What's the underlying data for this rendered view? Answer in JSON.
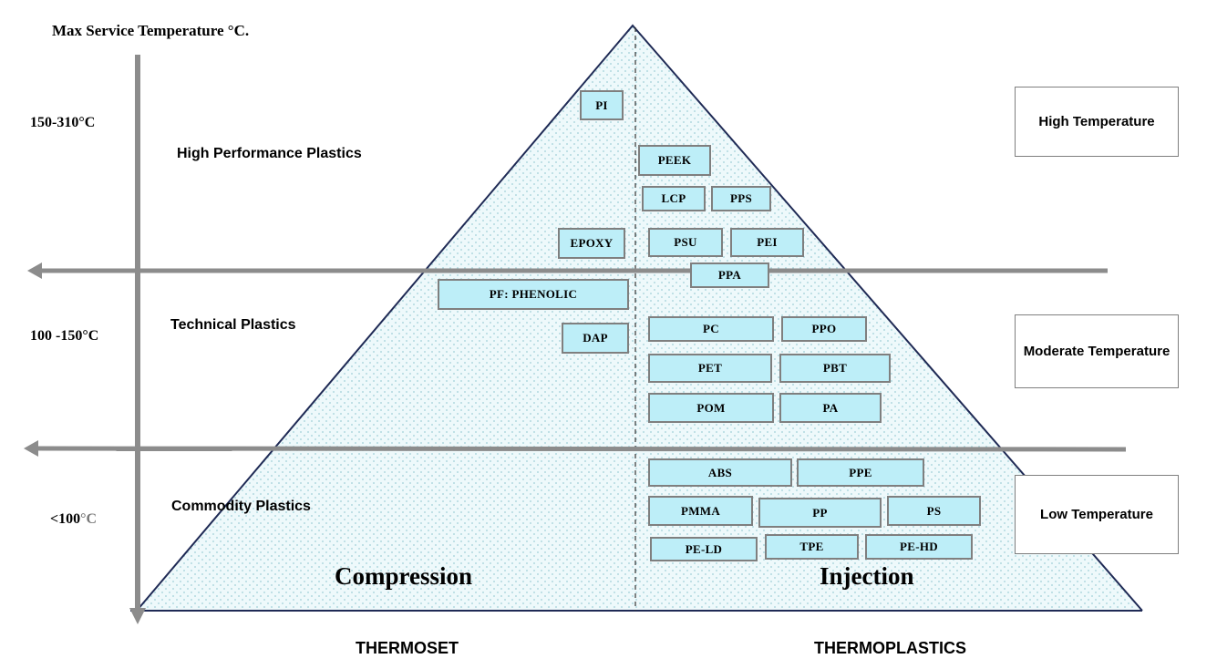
{
  "axis": {
    "title": "Max Service Temperature °C."
  },
  "temperature_bands": [
    {
      "value": "150-310",
      "unit": "°C"
    },
    {
      "value": "100 -150",
      "unit": "°C"
    },
    {
      "value": "<100",
      "unit": "°C"
    }
  ],
  "tiers": [
    {
      "label": "High Performance Plastics"
    },
    {
      "label": "Technical Plastics"
    },
    {
      "label": "Commodity Plastics"
    }
  ],
  "legend": [
    {
      "label": "High Temperature"
    },
    {
      "label": "Moderate Temperature"
    },
    {
      "label": "Low Temperature"
    }
  ],
  "process": {
    "left": "Compression",
    "right": "Injection"
  },
  "families": {
    "left": "THERMOSET",
    "right": "THERMOPLASTICS"
  },
  "materials": {
    "thermoset": [
      "PI",
      "EPOXY",
      "PF: PHENOLIC",
      "DAP"
    ],
    "thermoplastic": [
      "PEEK",
      "LCP",
      "PPS",
      "PSU",
      "PEI",
      "PPA",
      "PC",
      "PPO",
      "PET",
      "PBT",
      "POM",
      "PA",
      "ABS",
      "PPE",
      "PMMA",
      "PP",
      "PS",
      "PE-LD",
      "TPE",
      "PE-HD"
    ]
  },
  "colors": {
    "material_fill": "#bdeef8",
    "pyramid_fill": "#eef9fb",
    "arrow": "#8c8c8c",
    "pyramid_edge": "#1f2a55"
  }
}
